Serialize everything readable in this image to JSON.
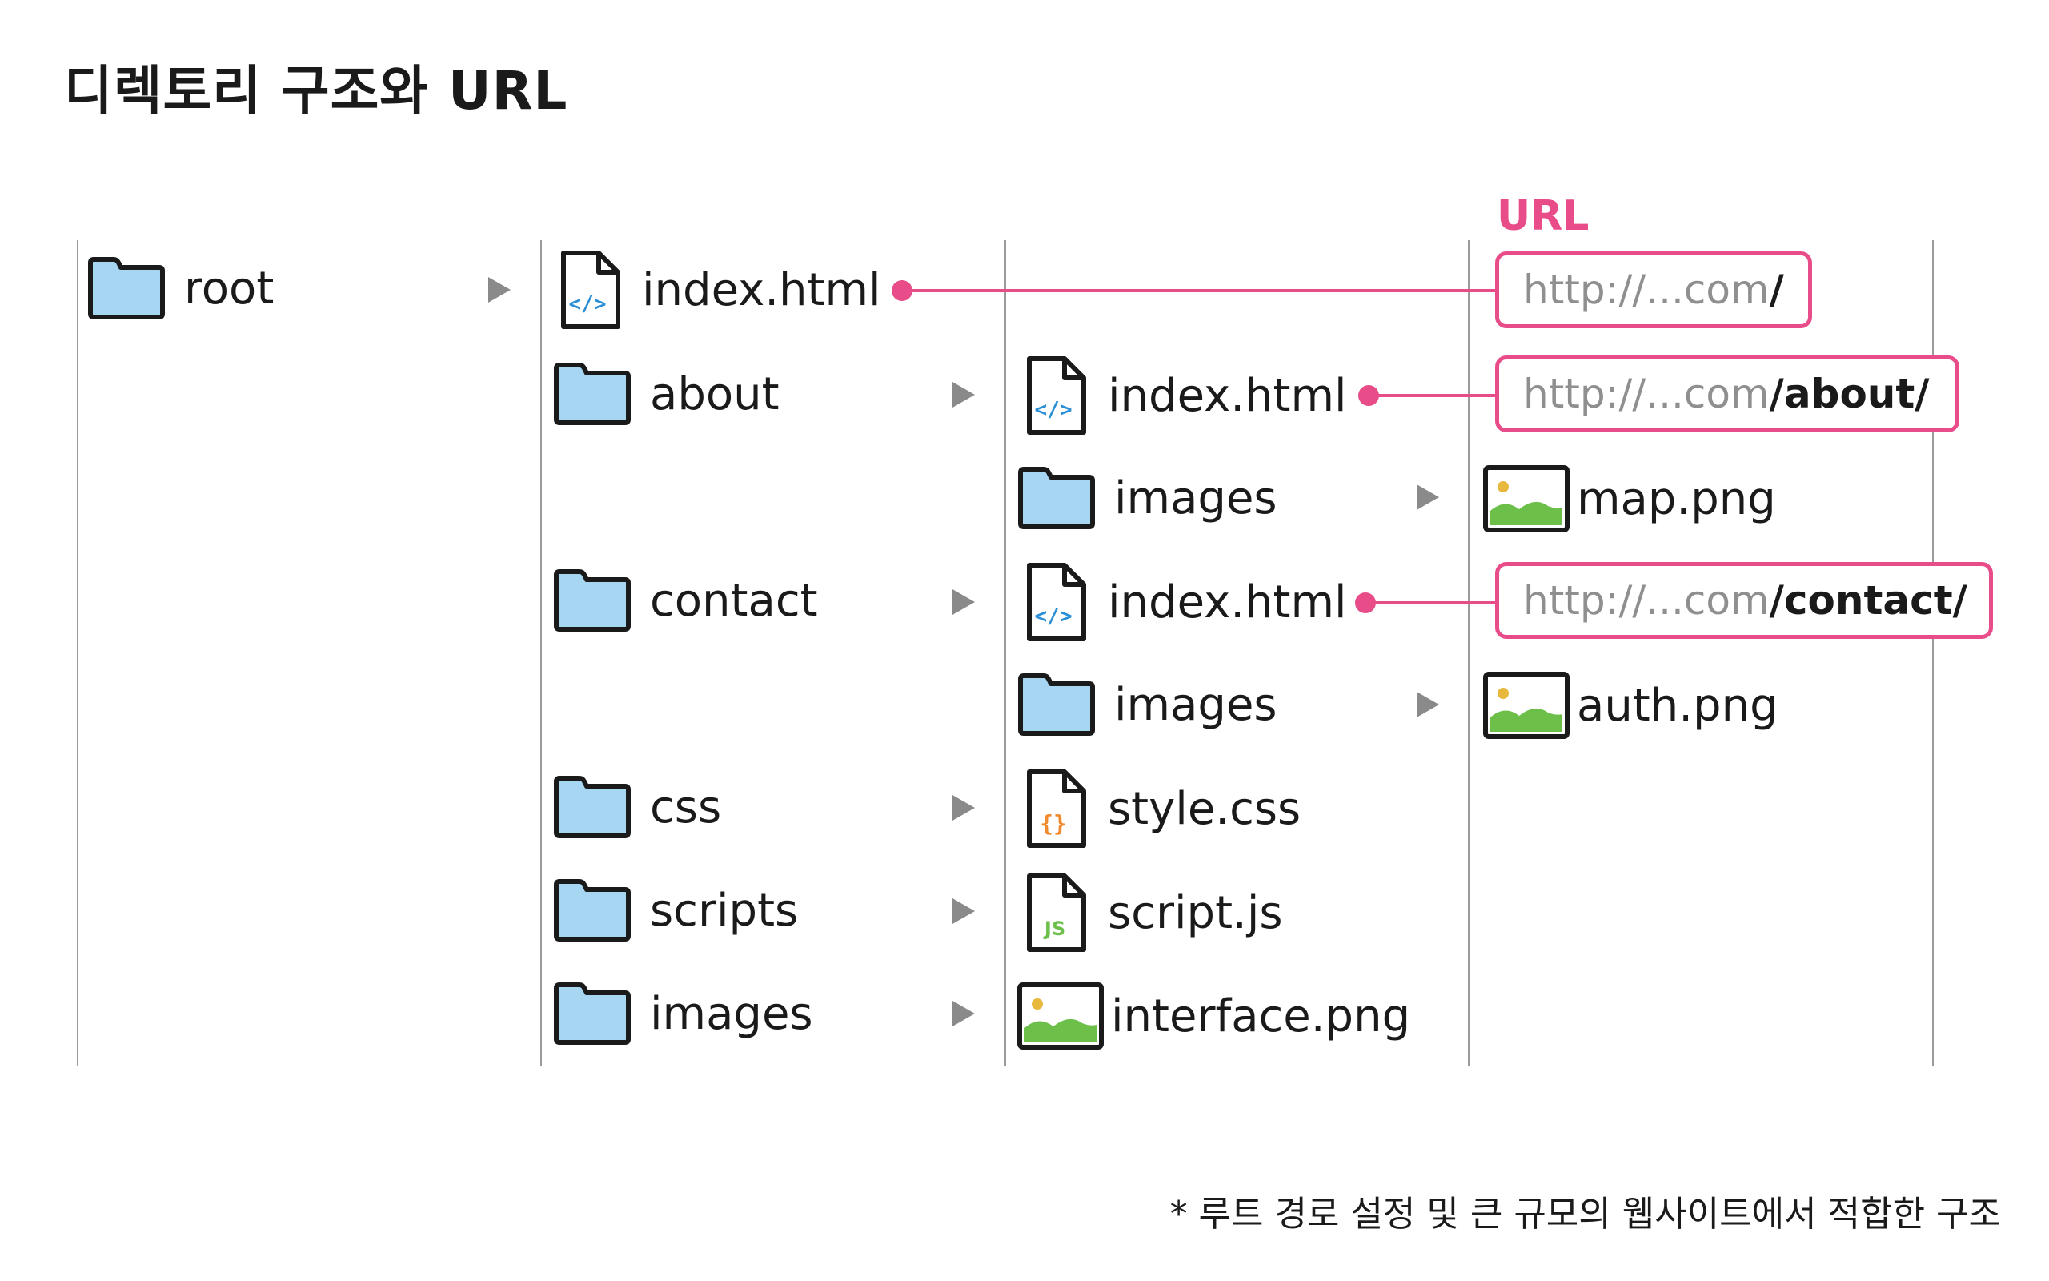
{
  "title": "디렉토리 구조와 URL",
  "url_header": "URL",
  "columns": {
    "col1": [
      {
        "label": "root",
        "type": "folder"
      }
    ],
    "col2": [
      {
        "label": "index.html",
        "type": "html"
      },
      {
        "label": "about",
        "type": "folder"
      },
      {
        "label": "contact",
        "type": "folder"
      },
      {
        "label": "css",
        "type": "folder"
      },
      {
        "label": "scripts",
        "type": "folder"
      },
      {
        "label": "images",
        "type": "folder"
      }
    ],
    "col3": [
      {
        "label": "index.html",
        "type": "html"
      },
      {
        "label": "images",
        "type": "folder"
      },
      {
        "label": "index.html",
        "type": "html"
      },
      {
        "label": "images",
        "type": "folder"
      },
      {
        "label": "style.css",
        "type": "css"
      },
      {
        "label": "script.js",
        "type": "js"
      },
      {
        "label": "interface.png",
        "type": "image"
      }
    ],
    "col4": [
      {
        "label": "map.png",
        "type": "image"
      },
      {
        "label": "auth.png",
        "type": "image"
      }
    ]
  },
  "urls": [
    {
      "prefix": "http://...com",
      "path": "/"
    },
    {
      "prefix": "http://...com",
      "path": "/about/"
    },
    {
      "prefix": "http://...com",
      "path": "/contact/"
    }
  ],
  "footnote": "* 루트 경로 설정 및 큰 규모의 웹사이트에서 적합한 구조",
  "colors": {
    "accent": "#e84d8a",
    "folder_fill": "#a6d6f2",
    "image_green": "#6cc04a",
    "image_sun": "#e8b83c",
    "html_tag": "#2a8fd6",
    "css_tag": "#f08a2c",
    "js_tag": "#6cc04a"
  }
}
